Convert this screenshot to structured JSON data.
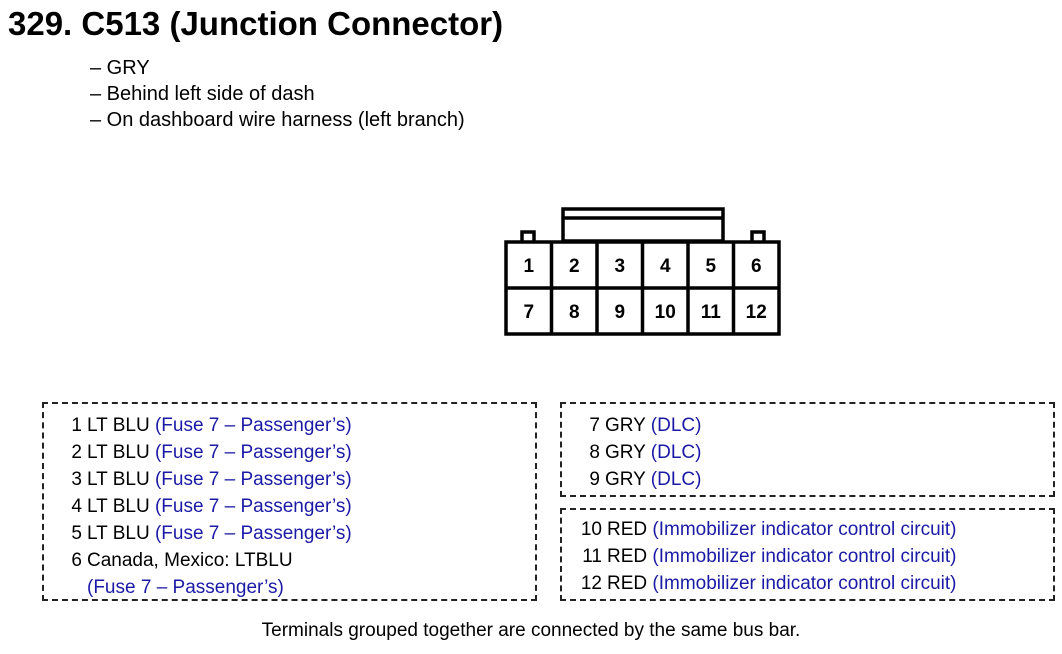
{
  "title": "329. C513 (Junction Connector)",
  "notes": [
    "– GRY",
    "– Behind left side of dash",
    "– On dashboard wire harness (left branch)"
  ],
  "connector": {
    "top_row": [
      "1",
      "2",
      "3",
      "4",
      "5",
      "6"
    ],
    "bottom_row": [
      "7",
      "8",
      "9",
      "10",
      "11",
      "12"
    ]
  },
  "groups": {
    "left": [
      {
        "num": "1",
        "color": "LT BLU",
        "desc": "(Fuse 7 – Passenger’s)"
      },
      {
        "num": "2",
        "color": "LT BLU",
        "desc": "(Fuse 7 – Passenger’s)"
      },
      {
        "num": "3",
        "color": "LT BLU",
        "desc": "(Fuse 7 – Passenger’s)"
      },
      {
        "num": "4",
        "color": "LT BLU",
        "desc": "(Fuse 7 – Passenger’s)"
      },
      {
        "num": "5",
        "color": "LT BLU",
        "desc": "(Fuse 7 – Passenger’s)"
      },
      {
        "num": "6",
        "color": "Canada, Mexico: LTBLU",
        "desc": "(Fuse 7 – Passenger’s)"
      }
    ],
    "middle": [
      {
        "num": "7",
        "color": "GRY",
        "desc": "(DLC)"
      },
      {
        "num": "8",
        "color": "GRY",
        "desc": "(DLC)"
      },
      {
        "num": "9",
        "color": "GRY",
        "desc": "(DLC)"
      }
    ],
    "bottom": [
      {
        "num": "10",
        "color": "RED",
        "desc": "(Immobilizer indicator control circuit)"
      },
      {
        "num": "11",
        "color": "RED",
        "desc": "(Immobilizer indicator control circuit)"
      },
      {
        "num": "12",
        "color": "RED",
        "desc": "(Immobilizer indicator control circuit)"
      }
    ]
  },
  "footer": "Terminals grouped together are connected by the same bus bar.",
  "colors": {
    "wire_desc": "#1a1aa6",
    "text": "#000000"
  }
}
